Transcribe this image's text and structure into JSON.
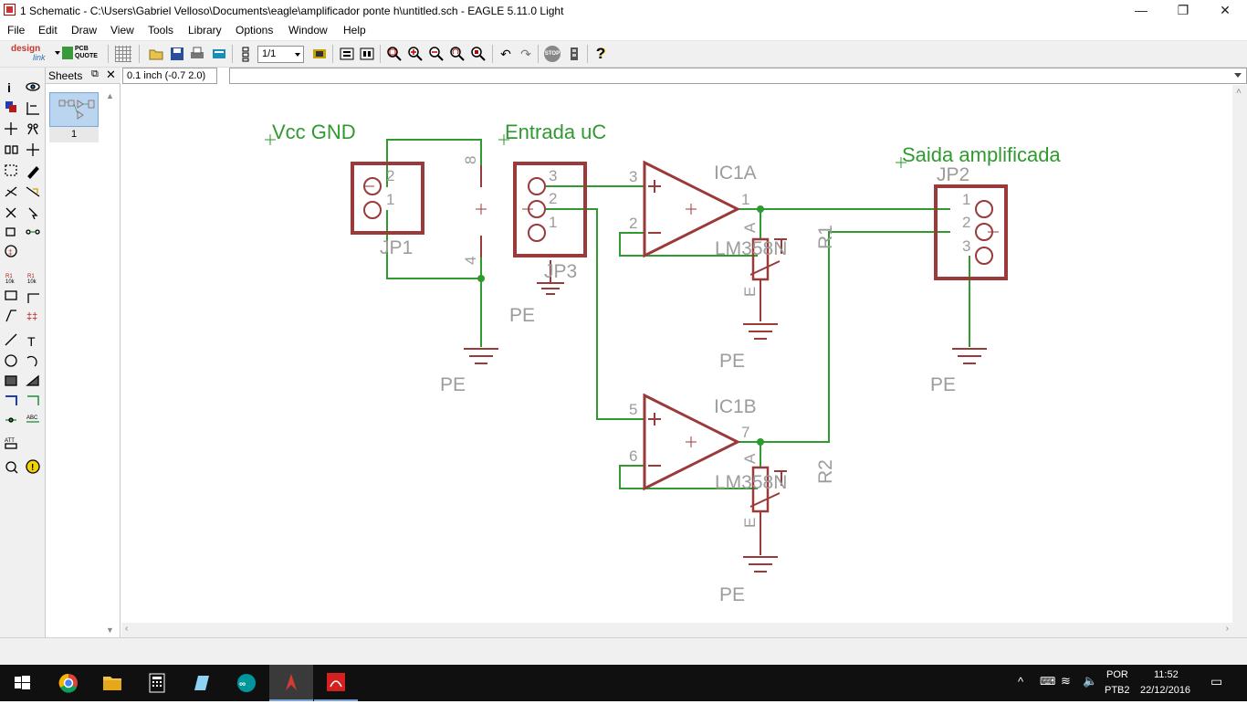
{
  "window": {
    "title": "1 Schematic - C:\\Users\\Gabriel Velloso\\Documents\\eagle\\amplificador ponte h\\untitled.sch - EAGLE 5.11.0 Light",
    "minimize": "—",
    "maximize": "❐",
    "close": "✕"
  },
  "menu": [
    "File",
    "Edit",
    "Draw",
    "View",
    "Tools",
    "Library",
    "Options",
    "Window",
    "Help"
  ],
  "toolbar": {
    "design_link_line1": "design",
    "design_link_line2": "link",
    "pcb_quote_line1": "PCB",
    "pcb_quote_line2": "QUOTE",
    "sheet_select": "1/1",
    "stop_label": "STOP",
    "help_label": "?"
  },
  "sheets_panel": {
    "title": "Sheets",
    "sheet_number": "1"
  },
  "coord_box": "0.1 inch (-0.7 2.0)",
  "command_input": "",
  "schematic": {
    "labels": {
      "vcc_gnd": "Vcc GND",
      "entrada": "Entrada uC",
      "saida": "Saida amplificada"
    },
    "parts": {
      "jp1": "JP1",
      "jp2": "JP2",
      "jp3": "JP3",
      "ic1a": "IC1A",
      "ic1b": "IC1B",
      "lm_a": "LM358N",
      "lm_b": "LM358N",
      "r1": "R1",
      "r2": "R2",
      "pe": "PE"
    },
    "pins": {
      "jp1_2": "2",
      "jp1_1": "1",
      "jp3_3": "3",
      "jp3_2": "2",
      "jp3_1": "1",
      "jp2_1": "1",
      "jp2_2": "2",
      "jp2_3": "3",
      "ic1a_3": "3",
      "ic1a_2": "2",
      "ic1a_1": "1",
      "ic1b_5": "5",
      "ic1b_6": "6",
      "ic1b_7": "7",
      "pwr_8": "8",
      "pwr_4": "4",
      "pot_a": "A",
      "pot_e": "E"
    }
  },
  "taskbar": {
    "lang_top": "POR",
    "lang_bottom": "PTB2",
    "time": "11:52",
    "date": "22/12/2016"
  }
}
